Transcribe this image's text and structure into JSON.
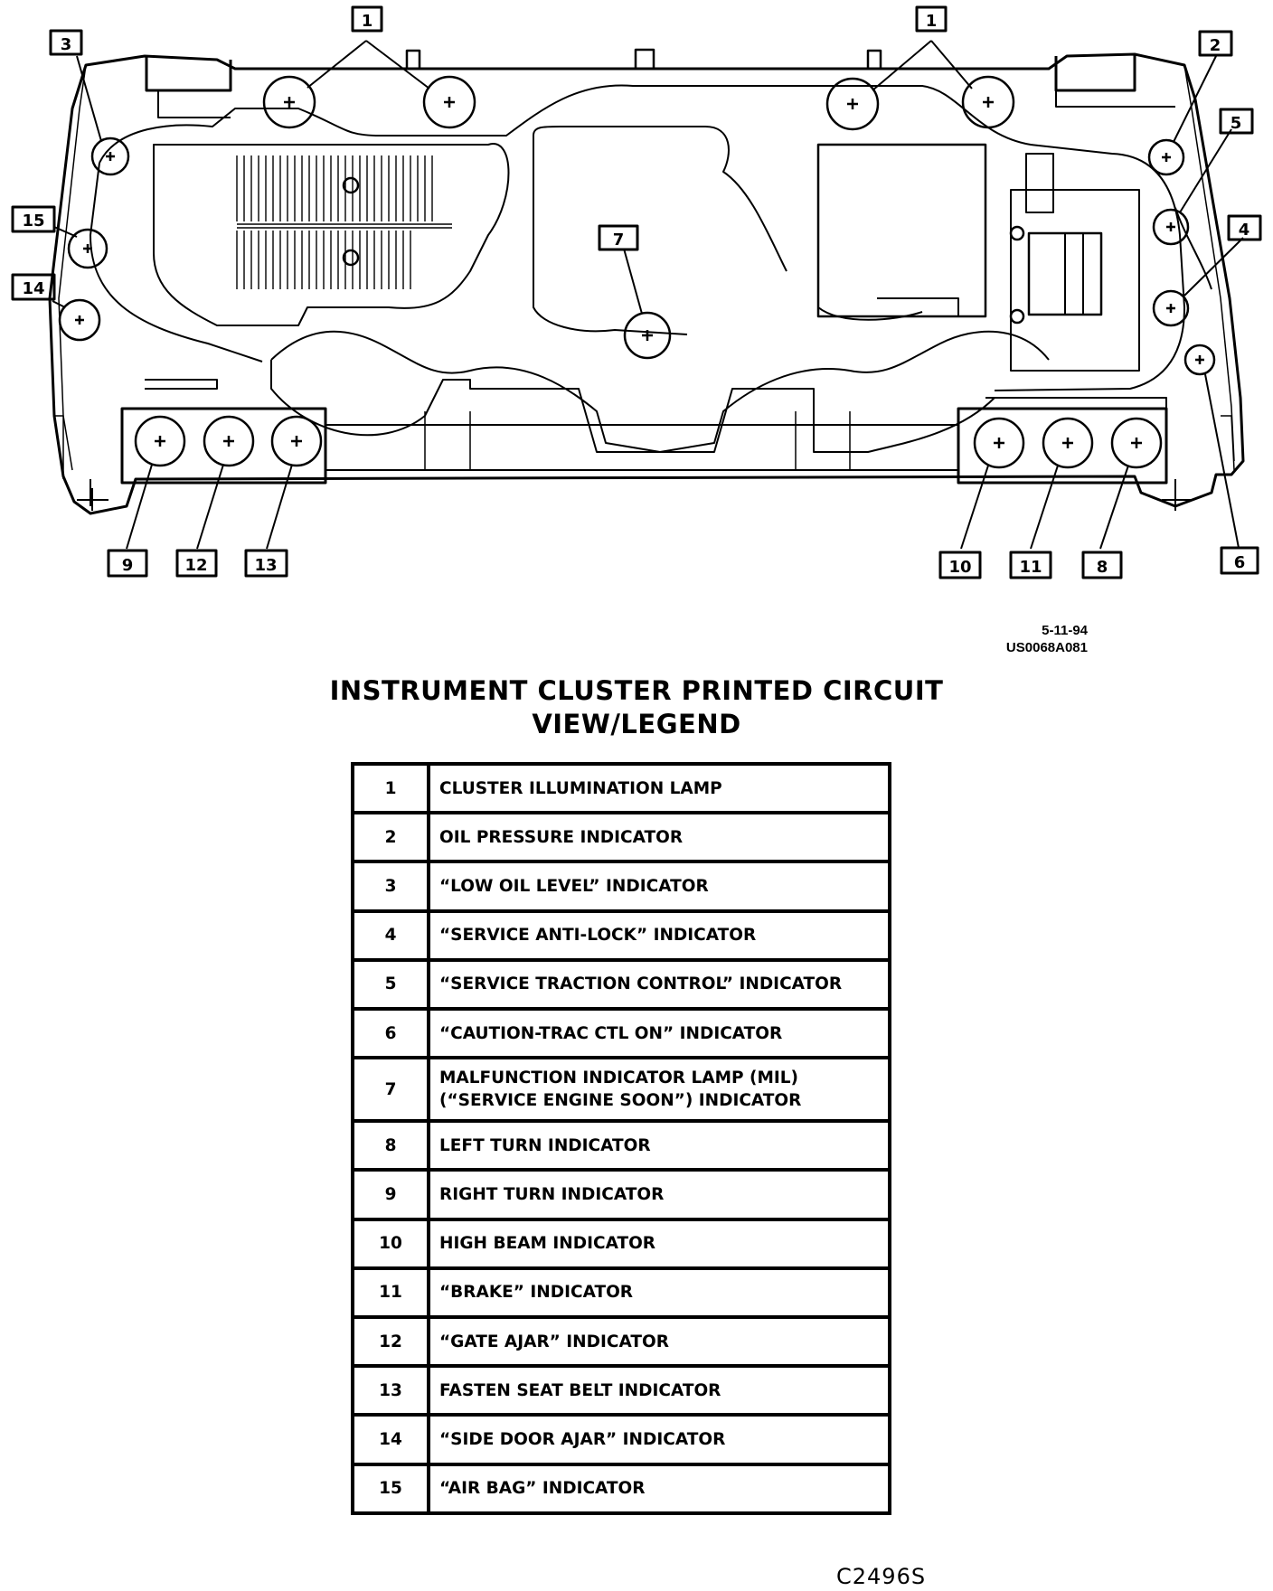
{
  "figure": {
    "callouts": [
      "1",
      "1",
      "2",
      "3",
      "4",
      "5",
      "6",
      "7",
      "8",
      "9",
      "10",
      "11",
      "12",
      "13",
      "14",
      "15"
    ],
    "ref_date": "5-11-94",
    "ref_id": "US0068A081"
  },
  "heading": {
    "line1": "INSTRUMENT CLUSTER PRINTED CIRCUIT",
    "line2": "VIEW/LEGEND"
  },
  "legend": [
    {
      "num": "1",
      "desc": "CLUSTER ILLUMINATION LAMP"
    },
    {
      "num": "2",
      "desc": "OIL PRESSURE INDICATOR"
    },
    {
      "num": "3",
      "desc": "“LOW OIL LEVEL” INDICATOR"
    },
    {
      "num": "4",
      "desc": "“SERVICE ANTI-LOCK” INDICATOR"
    },
    {
      "num": "5",
      "desc": "“SERVICE TRACTION CONTROL” INDICATOR"
    },
    {
      "num": "6",
      "desc": "“CAUTION-TRAC CTL ON” INDICATOR"
    },
    {
      "num": "7",
      "desc": "MALFUNCTION INDICATOR LAMP (MIL)\n(“SERVICE ENGINE SOON”) INDICATOR"
    },
    {
      "num": "8",
      "desc": "LEFT TURN INDICATOR"
    },
    {
      "num": "9",
      "desc": "RIGHT TURN INDICATOR"
    },
    {
      "num": "10",
      "desc": "HIGH BEAM INDICATOR"
    },
    {
      "num": "11",
      "desc": "“BRAKE” INDICATOR"
    },
    {
      "num": "12",
      "desc": "“GATE AJAR” INDICATOR"
    },
    {
      "num": "13",
      "desc": "FASTEN SEAT BELT INDICATOR"
    },
    {
      "num": "14",
      "desc": "“SIDE DOOR AJAR” INDICATOR"
    },
    {
      "num": "15",
      "desc": "“AIR BAG” INDICATOR"
    }
  ],
  "footer_code": "C2496S"
}
